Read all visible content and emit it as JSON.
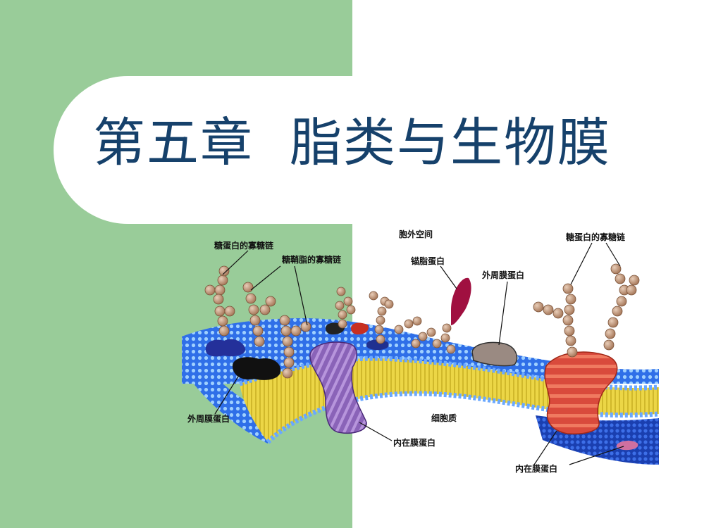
{
  "slide": {
    "title": "第五章  脂类与生物膜",
    "colors": {
      "panel_green": "#99cc99",
      "title_blue": "#16416b",
      "membrane_blue": "#3377ee",
      "tail_yellow": "#e8d03a"
    }
  },
  "diagram": {
    "labels": {
      "extracellular": "胞外空间",
      "cytoplasm": "细胞质",
      "glycoprotein_oligosaccharide_left": "糖蛋白的寡糖链",
      "glycolipid_oligosaccharide": "糖鞘脂的寡糖链",
      "anchored_protein": "锚脂蛋白",
      "peripheral_protein_top": "外周膜蛋白",
      "glycoprotein_oligosaccharide_right": "糖蛋白的寡糖链",
      "peripheral_protein_left": "外周膜蛋白",
      "integral_protein_middle": "内在膜蛋白",
      "integral_protein_right": "内在膜蛋白"
    }
  }
}
